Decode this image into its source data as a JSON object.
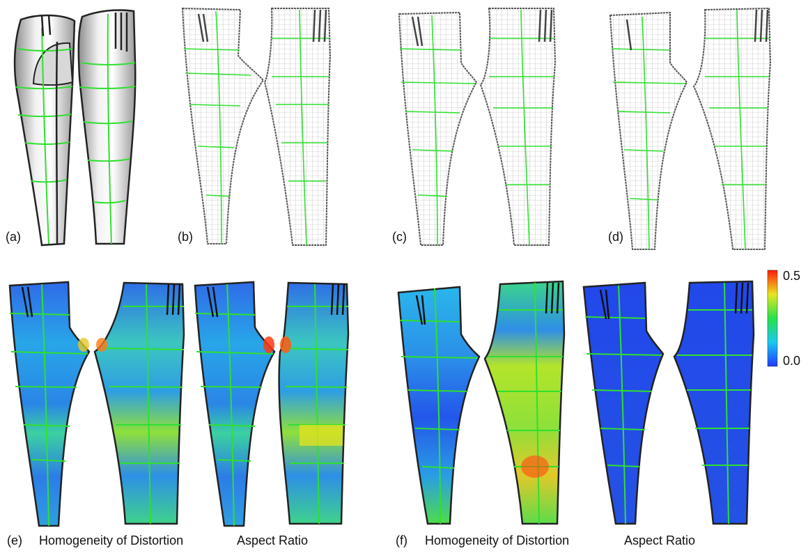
{
  "panels": {
    "a": "(a)",
    "b": "(b)",
    "c": "(c)",
    "d": "(d)",
    "e": "(e)",
    "f": "(f)"
  },
  "captions": {
    "homogeneity": "Homogeneity of Distortion",
    "aspect": "Aspect Ratio"
  },
  "colorbar": {
    "max": "0.5",
    "min": "0.0"
  },
  "colors": {
    "seam": "#2fe02f",
    "outline": "#222222",
    "mesh": "#9a9a9a"
  }
}
